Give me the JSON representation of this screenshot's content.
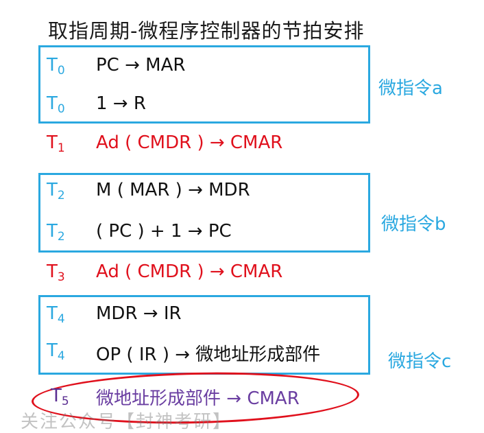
{
  "title": "取指周期-微程序控制器的节拍安排",
  "rows": [
    {
      "t": "T",
      "sub": "0",
      "op": "PC → MAR"
    },
    {
      "t": "T",
      "sub": "0",
      "op": "1 → R"
    },
    {
      "t": "T",
      "sub": "1",
      "op": "Ad ( CMDR ) → CMAR"
    },
    {
      "t": "T",
      "sub": "2",
      "op": "M ( MAR ) → MDR"
    },
    {
      "t": "T",
      "sub": "2",
      "op": "( PC ) + 1 → PC"
    },
    {
      "t": "T",
      "sub": "3",
      "op": "Ad ( CMDR ) → CMAR"
    },
    {
      "t": "T",
      "sub": "4",
      "op": "MDR → IR"
    },
    {
      "t": "T",
      "sub": "4",
      "op": "OP ( IR ) → 微地址形成部件"
    },
    {
      "t": "T",
      "sub": "5",
      "op": "微地址形成部件 → CMAR"
    }
  ],
  "micro_labels": [
    "微指令a",
    "微指令b",
    "微指令c"
  ],
  "watermark": "关注公众号【封神考研】",
  "colors": {
    "blue": "#2aa8e0",
    "red": "#e0101c",
    "purple": "#6a3ea1",
    "black": "#111111"
  }
}
